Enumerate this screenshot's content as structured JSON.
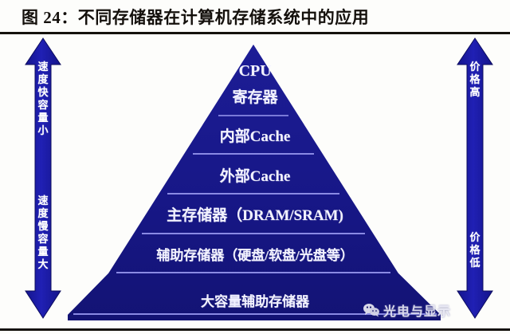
{
  "figure": {
    "title": "图 24：不同存储器在计算机存储系统中的应用"
  },
  "colors": {
    "pyramid_fill_top": "#1a1a8c",
    "pyramid_fill_bottom": "#141478",
    "divider": "#7a7ad8",
    "arrow_fill": "#1a1aa0",
    "label_text": "#f2f2ff",
    "rule": "#15120d",
    "background": "#fdfdfb"
  },
  "left_arrow": {
    "name": "speed-capacity-arrow",
    "direction": "double-headed-vertical",
    "top_label": "速度快容量小",
    "bottom_label": "速度慢容量大",
    "top_chars": [
      "速",
      "度",
      "快",
      "容",
      "量",
      "小"
    ],
    "bottom_chars": [
      "速",
      "度",
      "慢",
      "容",
      "量",
      "大"
    ]
  },
  "right_arrow": {
    "name": "price-arrow",
    "direction": "double-headed-vertical",
    "top_label": "价格高",
    "bottom_label": "价格低",
    "top_chars": [
      "价",
      "格",
      "高"
    ],
    "bottom_chars": [
      "价",
      "格",
      "低"
    ]
  },
  "pyramid": {
    "name": "memory-hierarchy-pyramid",
    "layers": [
      {
        "id": "apex",
        "line1": "CPU",
        "line2": "寄存器"
      },
      {
        "id": "l2",
        "label": "内部Cache"
      },
      {
        "id": "l3",
        "label": "外部Cache"
      },
      {
        "id": "l4",
        "label": "主存储器（DRAM/SRAM)"
      },
      {
        "id": "l5",
        "label": "辅助存储器（硬盘/软盘/光盘等）"
      },
      {
        "id": "base-bar",
        "label": "大容量辅助存储器"
      }
    ]
  },
  "watermark": {
    "icon": "wechat-icon",
    "text": "光电与显示"
  }
}
